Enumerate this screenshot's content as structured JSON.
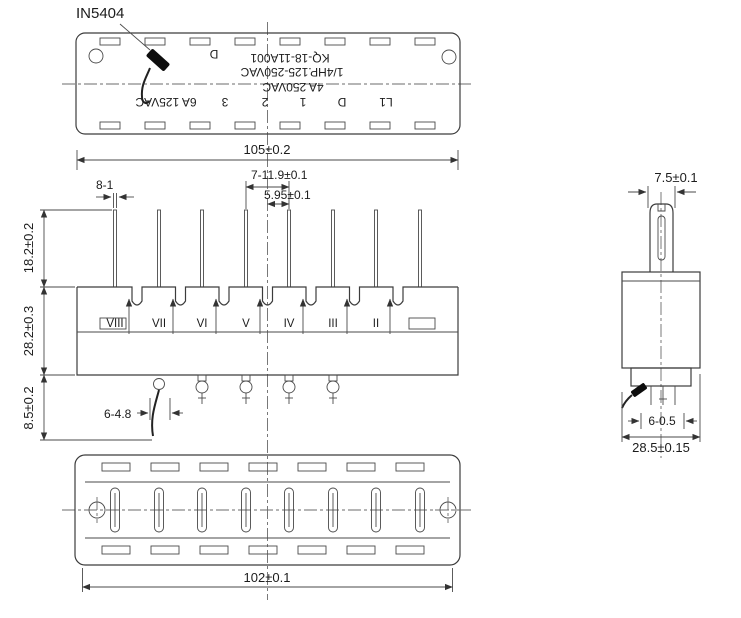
{
  "drawing": {
    "part_label": "IN5404",
    "top_view": {
      "marking_d": "D",
      "model": "KQ-18-11A001",
      "rating_hp": "1/4HP.125-250VAC",
      "rating_4a": "4A 250VAC",
      "rating_6a": "6A 125VAC",
      "terminals": [
        "3",
        "2",
        "1",
        "D",
        "L1"
      ]
    },
    "front_view": {
      "dim_overall_width": "105±0.2",
      "dim_pin_width": "8-1",
      "dim_pin_pitch": "7-11.9±0.1",
      "dim_half_pitch": "5.95±0.1",
      "dim_pin_height": "18.2±0.2",
      "dim_body_height": "28.2±0.3",
      "dim_wire_drop": "8.5±0.2",
      "dim_terminal_width": "6-4.8",
      "position_numerals": [
        "VIII",
        "VII",
        "VI",
        "V",
        "IV",
        "III",
        "II"
      ]
    },
    "side_view": {
      "dim_tab_width": "7.5±0.1",
      "dim_wire_dia": "6-0.5",
      "dim_depth": "28.5±0.15"
    },
    "bottom_view": {
      "dim_slot_span": "102±0.1"
    }
  }
}
